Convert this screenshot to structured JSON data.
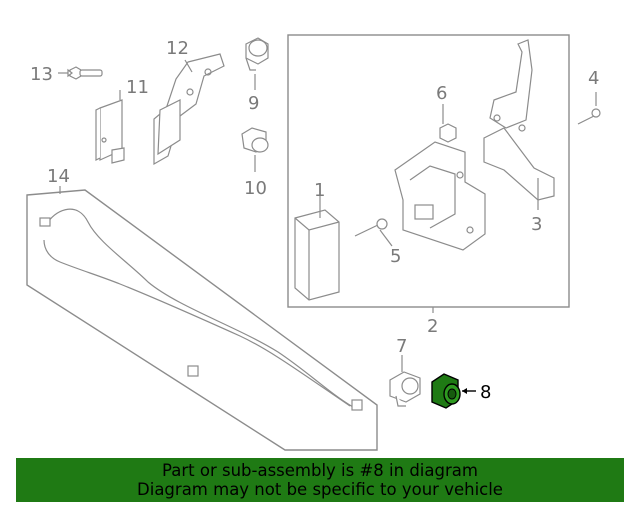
{
  "callouts": {
    "c1": "1",
    "c2": "2",
    "c3": "3",
    "c4": "4",
    "c5": "5",
    "c6": "6",
    "c7": "7",
    "c8": "8",
    "c9": "9",
    "c10": "10",
    "c11": "11",
    "c12": "12",
    "c13": "13",
    "c14": "14"
  },
  "highlight_part": "8",
  "colors": {
    "highlight_fill": "#1f7a14",
    "line": "#8c8c8c",
    "banner_bg": "#1f7a14"
  },
  "banner": {
    "line1": "Part or sub-assembly is #8 in diagram",
    "line2": "Diagram may not be specific to your vehicle"
  }
}
